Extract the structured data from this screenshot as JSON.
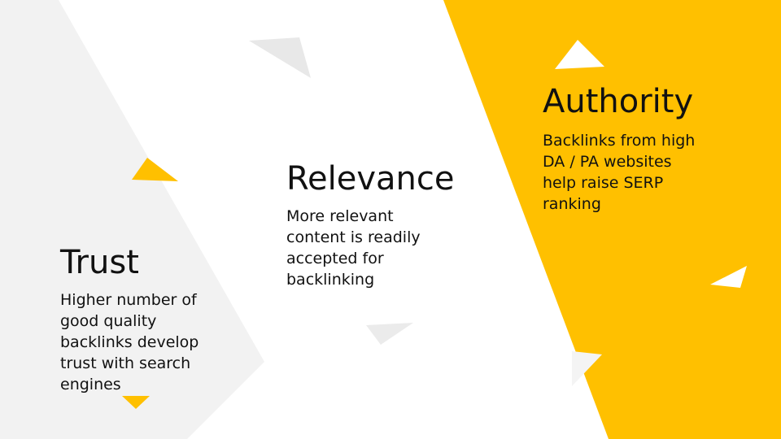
{
  "colors": {
    "accent": "#FFC000",
    "light_gray": "#F2F2F2",
    "shard_gray": "#E6E6E6",
    "background": "#FFFFFF",
    "text": "#111111"
  },
  "trust": {
    "title": "Trust",
    "description": "Higher number of good quality backlinks develop trust with search engines"
  },
  "relevance": {
    "title": "Relevance",
    "description": "More relevant content is readily accepted for backlinking"
  },
  "authority": {
    "title": "Authority",
    "description": "Backlinks from high DA / PA websites help raise SERP ranking"
  }
}
